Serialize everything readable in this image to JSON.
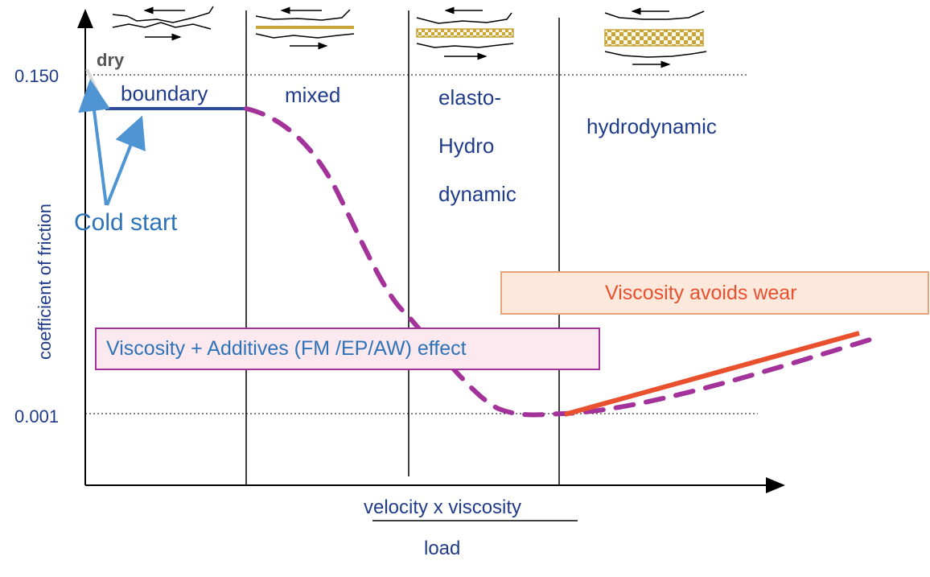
{
  "axes": {
    "y_label": "coefficient of friction",
    "x_label_numerator": "velocity x viscosity",
    "x_label_denominator": "load",
    "y_ticks": [
      "0.150",
      "0.001"
    ]
  },
  "regimes": {
    "dry": "dry",
    "boundary": "boundary",
    "mixed": "mixed",
    "ehd_line1": "elasto-",
    "ehd_line2": "Hydro",
    "ehd_line3": "dynamic",
    "hydrodynamic": "hydrodynamic"
  },
  "annotations": {
    "cold_start": "Cold start",
    "viscosity_additives": "Viscosity + Additives (FM /EP/AW) effect",
    "viscosity_wear": "Viscosity avoids wear"
  },
  "colors": {
    "axis": "#000000",
    "text_navy": "#1f3b8a",
    "boundary_line": "#2e4a9e",
    "stribeck_dashed": "#a3339a",
    "wear_line": "#e8502e",
    "cold_start_arrow": "#4f95d4",
    "film_gold": "#c9a43a",
    "dry_label": "#555555"
  },
  "icons": [
    "surface-sketch-icon-boundary",
    "surface-sketch-icon-mixed",
    "surface-sketch-icon-ehd",
    "surface-sketch-icon-hydrodynamic"
  ]
}
